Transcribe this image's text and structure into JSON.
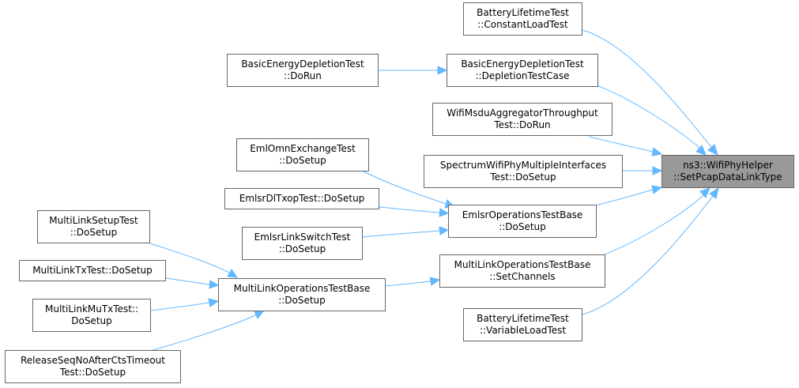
{
  "graph": {
    "colors": {
      "edge": "#63b8ff",
      "node_border": "#666666",
      "node_fill": "#ffffff",
      "focus_fill": "#999999"
    },
    "nodes": [
      {
        "id": "focus",
        "line1": "ns3::WifiPhyHelper",
        "line2": "::SetPcapDataLinkType"
      },
      {
        "id": "battery-constant",
        "line1": "BatteryLifetimeTest",
        "line2": "::ConstantLoadTest"
      },
      {
        "id": "basic-dorun",
        "line1": "BasicEnergyDepletionTest",
        "line2": "::DoRun"
      },
      {
        "id": "basic-depletion",
        "line1": "BasicEnergyDepletionTest",
        "line2": "::DepletionTestCase"
      },
      {
        "id": "wifimsdu",
        "line1": "WifiMsduAggregatorThroughput",
        "line2": "Test::DoRun"
      },
      {
        "id": "emlomn",
        "line1": "EmlOmnExchangeTest",
        "line2": "::DoSetup"
      },
      {
        "id": "spectrum",
        "line1": "SpectrumWifiPhyMultipleInterfaces",
        "line2": "Test::DoSetup"
      },
      {
        "id": "emlsrdltxop",
        "line1": "EmlsrDlTxopTest::DoSetup",
        "line2": ""
      },
      {
        "id": "emlsrops",
        "line1": "EmlsrOperationsTestBase",
        "line2": "::DoSetup"
      },
      {
        "id": "multilinksetup",
        "line1": "MultiLinkSetupTest",
        "line2": "::DoSetup"
      },
      {
        "id": "emlsrlinkswitch",
        "line1": "EmlsrLinkSwitchTest",
        "line2": "::DoSetup"
      },
      {
        "id": "multilinkops-setch",
        "line1": "MultiLinkOperationsTestBase",
        "line2": "::SetChannels"
      },
      {
        "id": "multilinktx",
        "line1": "MultiLinkTxTest::DoSetup",
        "line2": ""
      },
      {
        "id": "multilinkops-dosetup",
        "line1": "MultiLinkOperationsTestBase",
        "line2": "::DoSetup"
      },
      {
        "id": "multilinkmutx",
        "line1": "MultiLinkMuTxTest::",
        "line2": "DoSetup"
      },
      {
        "id": "battery-variable",
        "line1": "BatteryLifetimeTest",
        "line2": "::VariableLoadTest"
      },
      {
        "id": "releaseseq",
        "line1": "ReleaseSeqNoAfterCtsTimeout",
        "line2": "Test::DoSetup"
      }
    ]
  }
}
